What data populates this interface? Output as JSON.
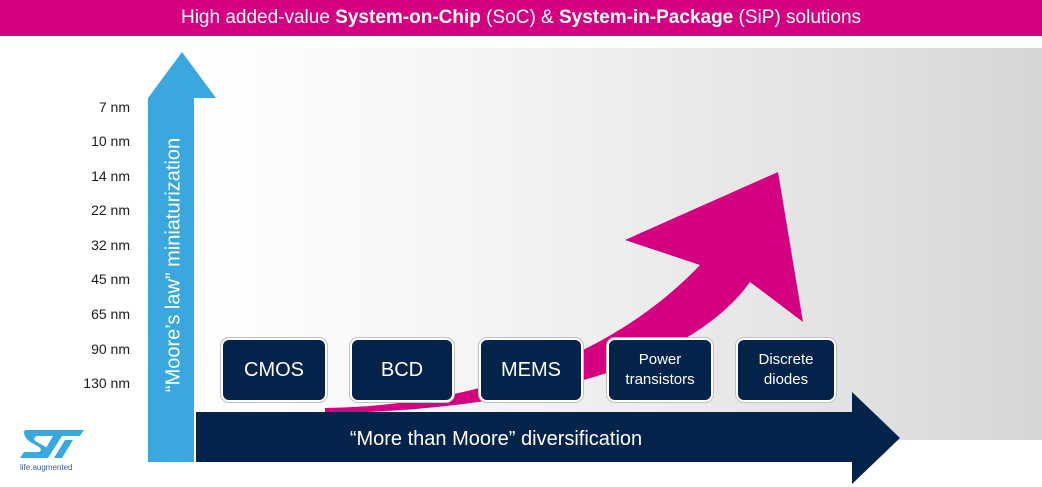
{
  "banner": {
    "prefix": "High added-value ",
    "soc": "System-on-Chip",
    "middle": " (SoC) & ",
    "sip": "System-in-Package",
    "suffix": " (SiP) solutions"
  },
  "y_axis": {
    "label": "“Moore’s law” miniaturization",
    "nodes": [
      "7 nm",
      "10 nm",
      "14 nm",
      "22 nm",
      "32 nm",
      "45 nm",
      "65 nm",
      "90 nm",
      "130 nm"
    ]
  },
  "x_axis": {
    "label": "“More than Moore” diversification"
  },
  "technologies": [
    {
      "label": "CMOS"
    },
    {
      "label": "BCD"
    },
    {
      "label": "MEMS"
    },
    {
      "label": "Power\ntransistors"
    },
    {
      "label": "Discrete\ndiodes"
    }
  ],
  "logo": {
    "text": "ST",
    "tagline": "life.augmented"
  },
  "colors": {
    "magenta": "#d5007f",
    "blue_arrow": "#3aa8de",
    "navy": "#03234b"
  }
}
